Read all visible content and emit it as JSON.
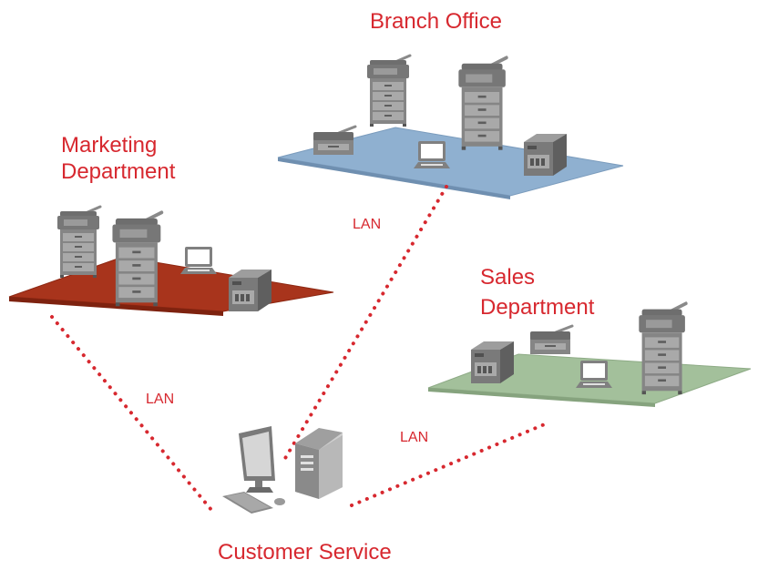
{
  "colors": {
    "accent": "#d7282f",
    "device": "#808080",
    "branch_floor": "#8fb0d0",
    "marketing_floor": "#a8341c",
    "sales_floor": "#a3c09b"
  },
  "locations": {
    "branch": "Branch Office",
    "marketing_line1": "Marketing",
    "marketing_line2": "Department",
    "sales_line1": "Sales",
    "sales_line2": "Department",
    "customer": "Customer Service"
  },
  "links": [
    {
      "from": "Customer Service",
      "to": "Branch Office",
      "label": "LAN"
    },
    {
      "from": "Customer Service",
      "to": "Marketing Department",
      "label": "LAN"
    },
    {
      "from": "Customer Service",
      "to": "Sales Department",
      "label": "LAN"
    }
  ],
  "icons": [
    "mfp-printer-icon",
    "desktop-printer-icon",
    "laptop-icon",
    "ticket-printer-icon",
    "monitor-icon",
    "pc-tower-icon",
    "keyboard-icon",
    "mouse-icon"
  ]
}
